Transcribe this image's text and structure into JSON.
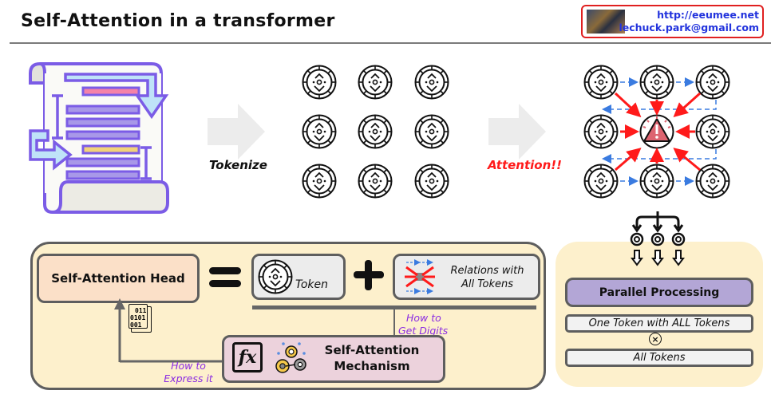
{
  "header": {
    "title": "Self-Attention in a transformer",
    "badge_url": "http://eeumee.net",
    "badge_email": "lechuck.park@gmail.com"
  },
  "top_flow": {
    "document_icon": "document-reorder-icon",
    "step1_label": "Tokenize",
    "token_icon": "token-coin-icon",
    "token_grid": {
      "rows": 3,
      "cols": 3
    },
    "step2_label": "Attention!!",
    "center_icon": "warning-icon"
  },
  "bottom_panel": {
    "head_label": "Self-Attention Head",
    "equals_symbol": "=",
    "token_label": "Token",
    "plus_symbol": "+",
    "relations_label_line1": "Relations with",
    "relations_label_line2": "All Tokens",
    "digits_label_line1": "How to",
    "digits_label_line2": "Get Digits",
    "express_label_line1": "How to",
    "express_label_line2": "Express it",
    "binary_lines": [
      "011",
      "0101",
      "001"
    ],
    "mechanism_label_line1": "Self-Attention",
    "mechanism_label_line2": "Mechanism",
    "fx_label": "fx"
  },
  "right_panel": {
    "parallel_label": "Parallel Processing",
    "one_token_label": "One Token with ALL Tokens",
    "times_symbol": "×",
    "all_tokens_label": "All Tokens"
  },
  "colors": {
    "accent_red": "#ff1a1a",
    "accent_blue": "#3a7be0",
    "purple_text": "#8a2be2",
    "panel_bg": "#fdf0cc",
    "parallel_bg": "#b3a6d6",
    "head_bg": "#fbe0c8",
    "mechanism_bg": "#ecd2dc"
  }
}
